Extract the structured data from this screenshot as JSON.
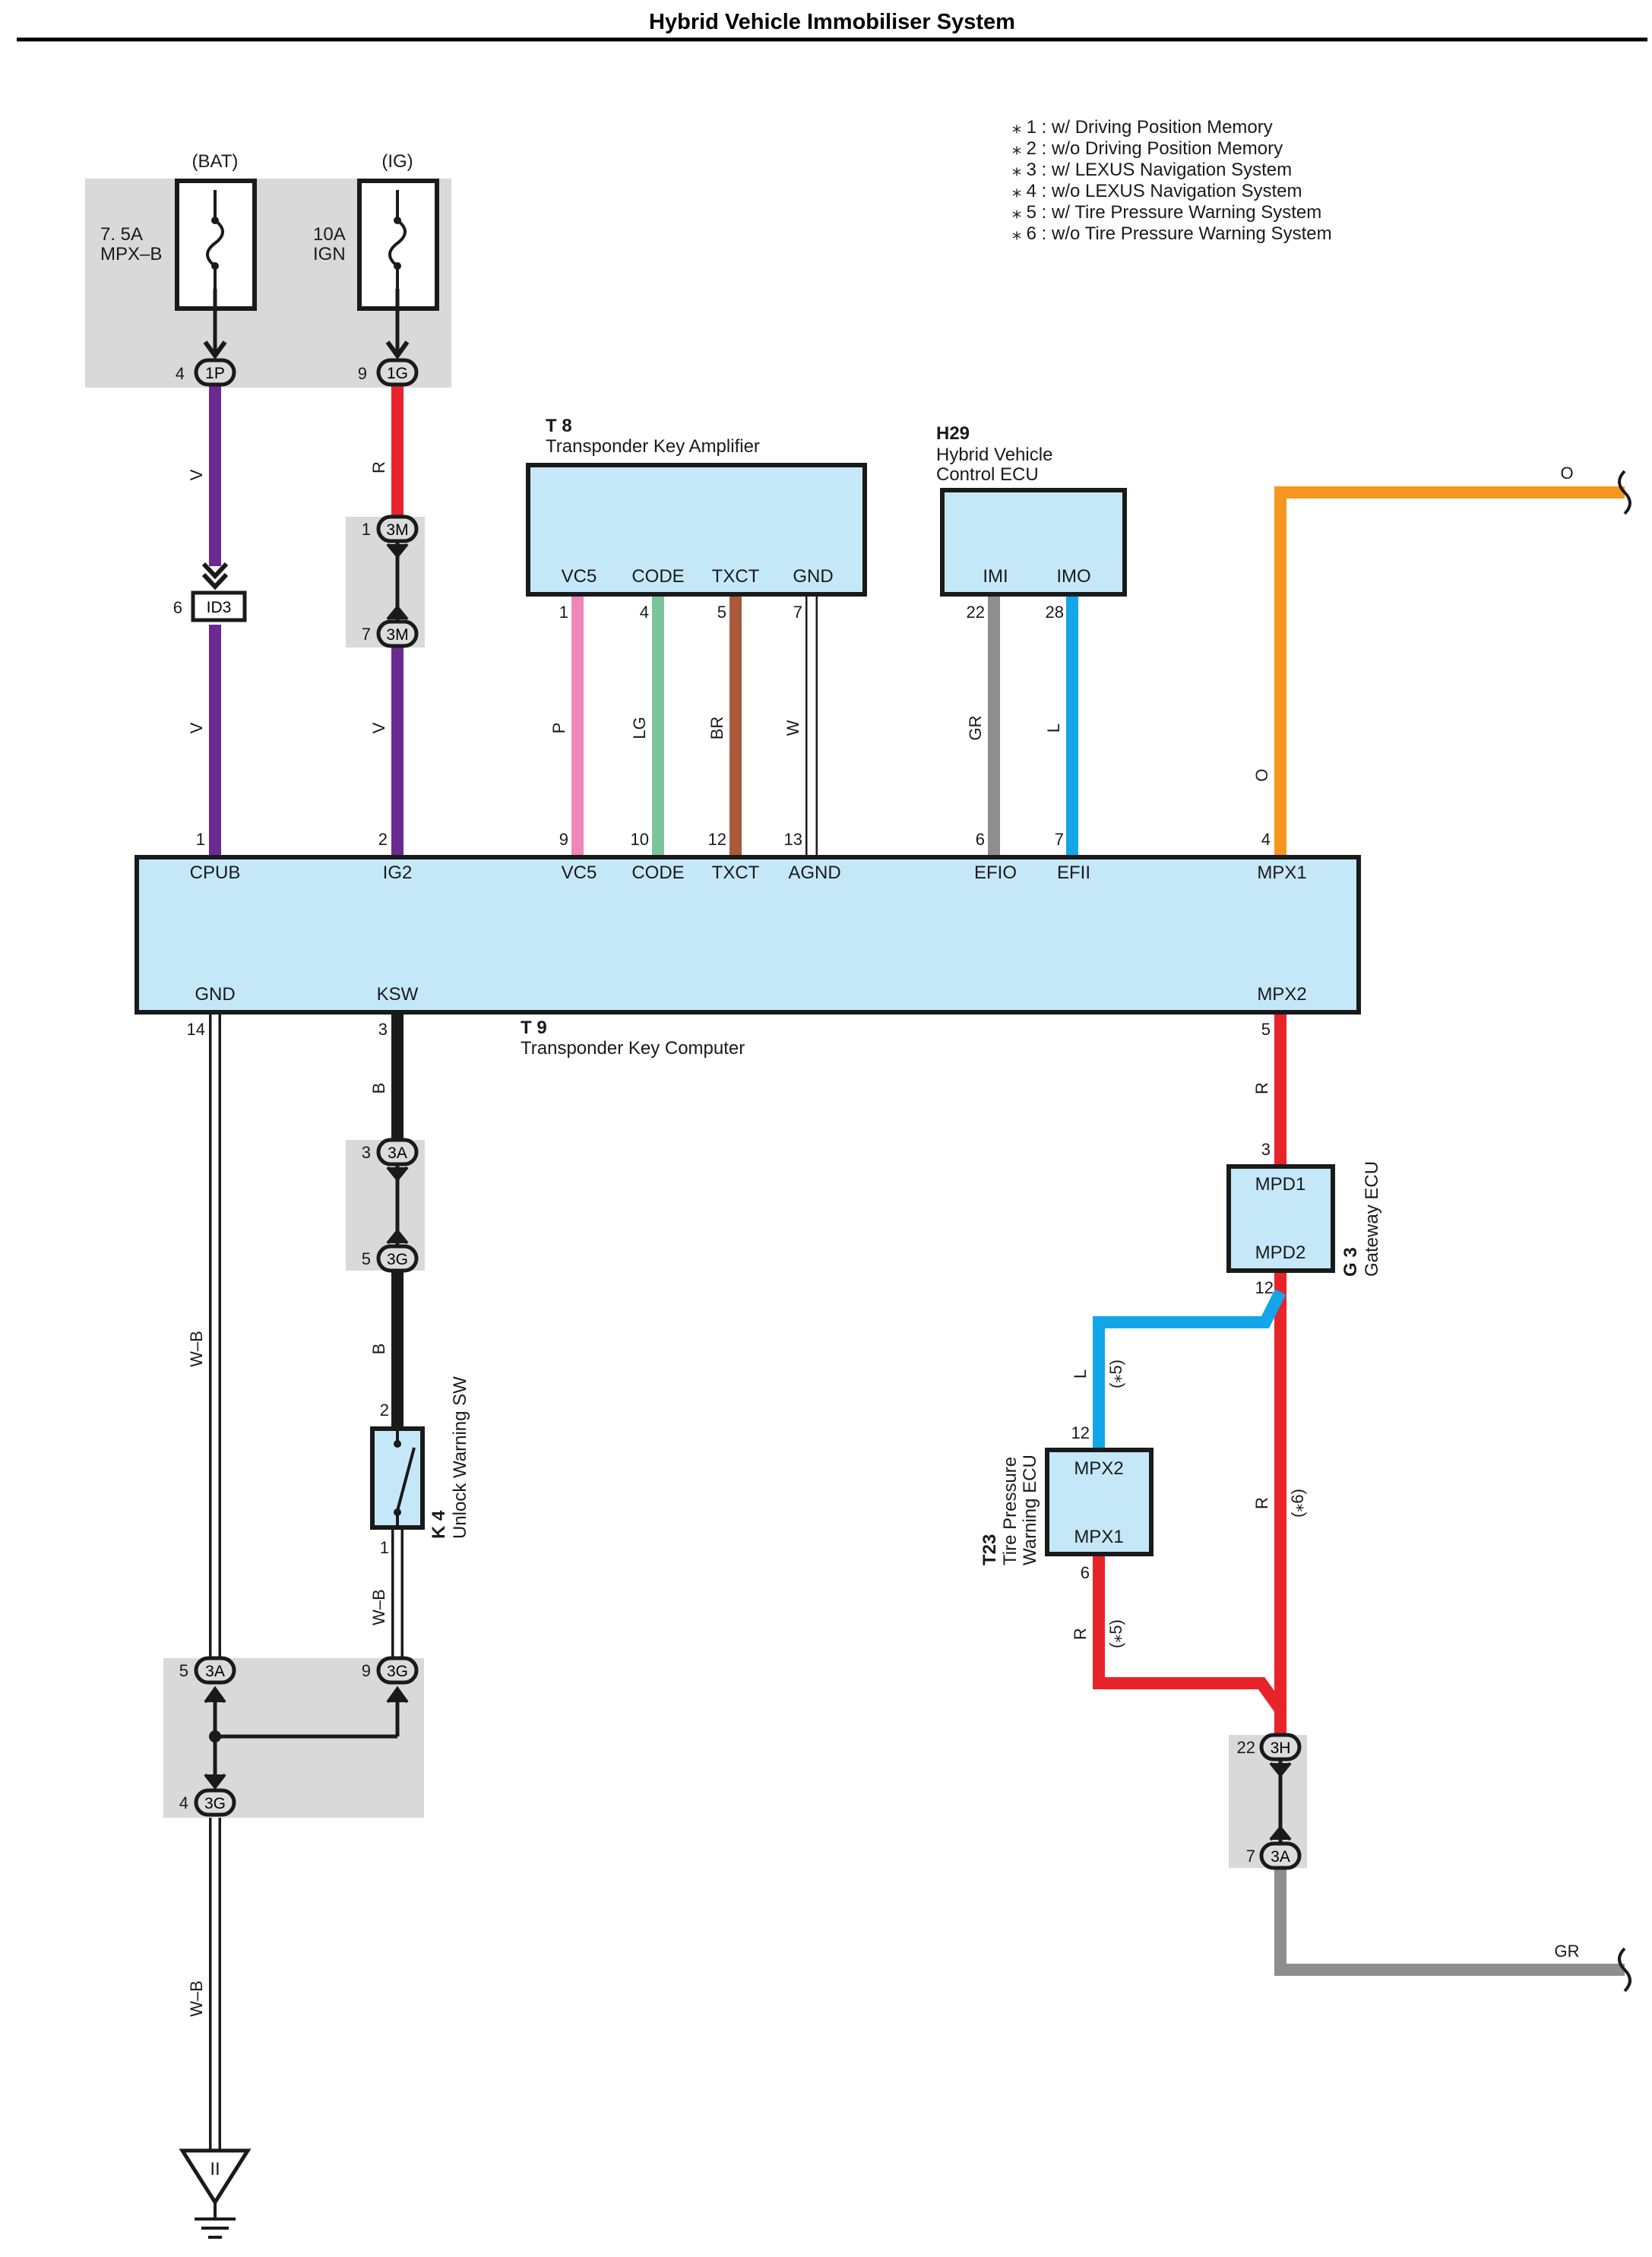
{
  "title": "Hybrid Vehicle Immobiliser System",
  "notes": [
    "⁎ 1 : w/ Driving Position Memory",
    "⁎ 2 : w/o Driving Position Memory",
    "⁎ 3 : w/ LEXUS Navigation System",
    "⁎ 4 : w/o LEXUS Navigation System",
    "⁎ 5 : w/ Tire Pressure Warning System",
    "⁎ 6 : w/o Tire Pressure Warning System"
  ],
  "fuses": {
    "bat": {
      "source": "(BAT)",
      "rating": "7. 5A",
      "name": "MPX–B",
      "pin": "4",
      "connector": "1P"
    },
    "ig": {
      "source": "(IG)",
      "rating": "10A",
      "name": "IGN",
      "pin": "9",
      "connector": "1G"
    }
  },
  "connectors": {
    "id3": {
      "pin": "6",
      "id": "ID3"
    },
    "c3m_top": {
      "pin": "1",
      "id": "3M"
    },
    "c3m_bot": {
      "pin": "7",
      "id": "3M"
    },
    "c3a_ksw": {
      "pin": "3",
      "id": "3A"
    },
    "c3g_ksw": {
      "pin": "5",
      "id": "3G"
    },
    "c3a_gnd": {
      "pin": "5",
      "id": "3A"
    },
    "c3g_gnd_r": {
      "pin": "9",
      "id": "3G"
    },
    "c3g_gnd_b": {
      "pin": "4",
      "id": "3G"
    },
    "c3h": {
      "pin": "22",
      "id": "3H"
    },
    "c3a_gr": {
      "pin": "7",
      "id": "3A"
    }
  },
  "components": {
    "t8": {
      "code": "T 8",
      "name": "Transponder Key Amplifier",
      "terminals": [
        {
          "name": "VC5",
          "pin": "1"
        },
        {
          "name": "CODE",
          "pin": "4"
        },
        {
          "name": "TXCT",
          "pin": "5"
        },
        {
          "name": "GND",
          "pin": "7"
        }
      ]
    },
    "h29": {
      "code": "H29",
      "name_line1": "Hybrid Vehicle",
      "name_line2": "Control ECU",
      "terminals": [
        {
          "name": "IMI",
          "pin": "22"
        },
        {
          "name": "IMO",
          "pin": "28"
        }
      ]
    },
    "t9": {
      "code": "T 9",
      "name": "Transponder Key Computer",
      "top_terminals": [
        {
          "name": "CPUB",
          "pin": "1"
        },
        {
          "name": "IG2",
          "pin": "2"
        },
        {
          "name": "VC5",
          "pin": "9"
        },
        {
          "name": "CODE",
          "pin": "10"
        },
        {
          "name": "TXCT",
          "pin": "12"
        },
        {
          "name": "AGND",
          "pin": "13"
        },
        {
          "name": "EFIO",
          "pin": "6"
        },
        {
          "name": "EFII",
          "pin": "7"
        },
        {
          "name": "MPX1",
          "pin": "4"
        }
      ],
      "bottom_terminals": [
        {
          "name": "GND",
          "pin": "14"
        },
        {
          "name": "KSW",
          "pin": "3"
        },
        {
          "name": "MPX2",
          "pin": "5"
        }
      ]
    },
    "g3": {
      "code": "G 3",
      "name": "Gateway ECU",
      "terminals": [
        {
          "name": "MPD1",
          "pin": "3"
        },
        {
          "name": "MPD2",
          "pin": "12"
        }
      ]
    },
    "t23": {
      "code": "T23",
      "name_line1": "Tire Pressure",
      "name_line2": "Warning ECU",
      "terminals": [
        {
          "name": "MPX2",
          "pin": "12"
        },
        {
          "name": "MPX1",
          "pin": "6"
        }
      ]
    },
    "k4": {
      "code": "K 4",
      "name": "Unlock Warning SW",
      "pins": [
        "2",
        "1"
      ]
    }
  },
  "wires": {
    "cpub_upper": "V",
    "cpub_lower": "V",
    "ig_upper": "R",
    "ig_lower": "V",
    "vc5": "P",
    "code": "LG",
    "txct": "BR",
    "gnd": "W",
    "imi": "GR",
    "imo": "L",
    "mpx1": "O",
    "mpx1_end": "O",
    "mpx2": "R",
    "ksw_upper": "B",
    "ksw_lower": "B",
    "k4_gnd": "W–B",
    "gnd_upper": "W–B",
    "gnd_lower": "W–B",
    "tp_l": "L",
    "tp_l_note": "(⁎5)",
    "tp_r": "R",
    "tp_r_note": "(⁎5)",
    "main_r": "R",
    "main_r_note": "(⁎6)",
    "gr_end": "GR"
  },
  "ground": {
    "symbol": "II"
  },
  "colors": {
    "violet": "#6a2a92",
    "red": "#e8232a",
    "pink": "#ef86b7",
    "light_green": "#7cc59a",
    "brown": "#a85a3a",
    "gray": "#8e8e8e",
    "blue": "#12a6e8",
    "orange": "#f5961e",
    "black": "#1a1a1a",
    "box_fill": "#c5e8f9",
    "shade": "#d9d9d9"
  }
}
